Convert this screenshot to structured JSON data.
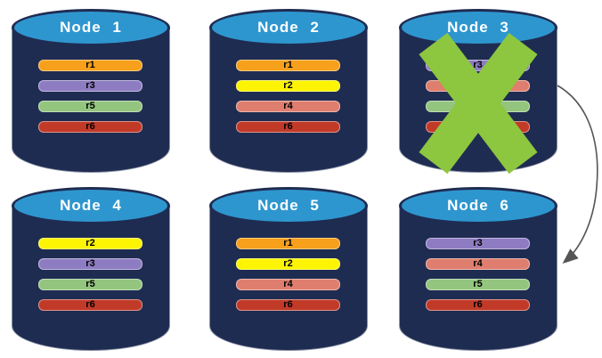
{
  "diagram": {
    "nodes": [
      {
        "title": "Node 1",
        "failed": false,
        "replicas": [
          {
            "label": "r1",
            "color": "#F7A01B"
          },
          {
            "label": "r3",
            "color": "#8E7CC3"
          },
          {
            "label": "r5",
            "color": "#93C57E"
          },
          {
            "label": "r6",
            "color": "#C13A28"
          }
        ]
      },
      {
        "title": "Node 2",
        "failed": false,
        "replicas": [
          {
            "label": "r1",
            "color": "#F7A01B"
          },
          {
            "label": "r2",
            "color": "#FCF403"
          },
          {
            "label": "r4",
            "color": "#DF7E6E"
          },
          {
            "label": "r6",
            "color": "#C13A28"
          }
        ]
      },
      {
        "title": "Node 3",
        "failed": true,
        "replicas": [
          {
            "label": "r3",
            "color": "#8E7CC3"
          },
          {
            "label": "",
            "color": "#DF7E6E"
          },
          {
            "label": "",
            "color": "#93C57E"
          },
          {
            "label": "",
            "color": "#C13A28"
          }
        ]
      },
      {
        "title": "Node 4",
        "failed": false,
        "replicas": [
          {
            "label": "r2",
            "color": "#FCF403"
          },
          {
            "label": "r3",
            "color": "#8E7CC3"
          },
          {
            "label": "r5",
            "color": "#93C57E"
          },
          {
            "label": "r6",
            "color": "#C13A28"
          }
        ]
      },
      {
        "title": "Node 5",
        "failed": false,
        "replicas": [
          {
            "label": "r1",
            "color": "#F7A01B"
          },
          {
            "label": "r2",
            "color": "#FCF403"
          },
          {
            "label": "r4",
            "color": "#DF7E6E"
          },
          {
            "label": "r6",
            "color": "#C13A28"
          }
        ]
      },
      {
        "title": "Node 6",
        "failed": false,
        "replicas": [
          {
            "label": "r3",
            "color": "#8E7CC3"
          },
          {
            "label": "r4",
            "color": "#DF7E6E"
          },
          {
            "label": "r5",
            "color": "#93C57E"
          },
          {
            "label": "r6",
            "color": "#C13A28"
          }
        ]
      }
    ],
    "arrow": {
      "from": "Node 3",
      "to": "Node 6"
    },
    "colors": {
      "cylinder_body": "#1F2C52",
      "cylinder_top": "#2E96CF",
      "cylinder_outline": "#8A93A5",
      "title_text": "#FFFFFF",
      "replica_text": "#000000",
      "fail_x": "#8DC63F",
      "arrow": "#555555"
    }
  }
}
